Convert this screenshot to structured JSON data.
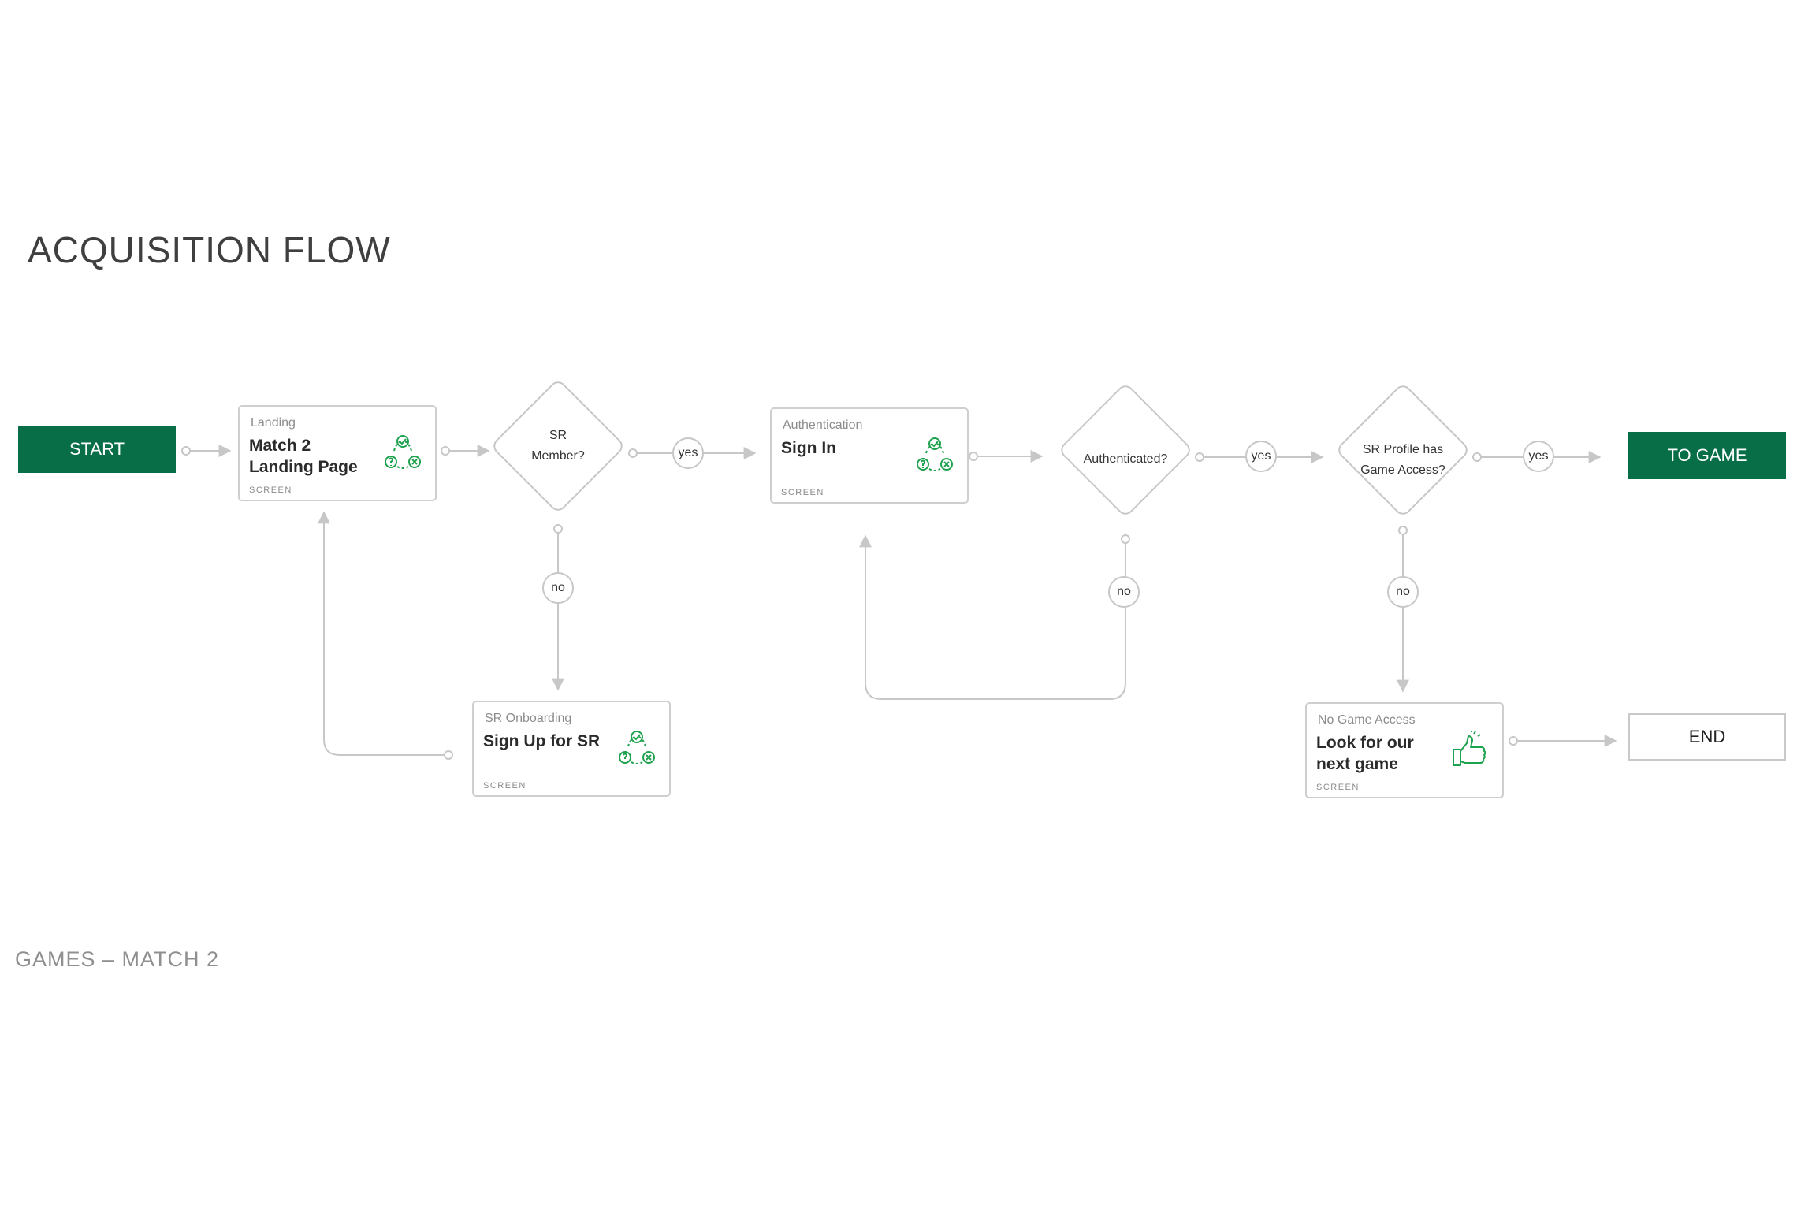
{
  "page": {
    "title": "ACQUISITION FLOW",
    "footer": "GAMES – MATCH 2"
  },
  "terminals": {
    "start": "START",
    "to_game": "TO GAME",
    "end": "END"
  },
  "screens": {
    "landing": {
      "category": "Landing",
      "name_line1": "Match 2",
      "name_line2": "Landing Page",
      "kind": "SCREEN",
      "icon": "cycle-check-cross-icon"
    },
    "authentication": {
      "category": "Authentication",
      "name_line1": "Sign In",
      "kind": "SCREEN",
      "icon": "cycle-check-cross-icon"
    },
    "onboarding": {
      "category": "SR Onboarding",
      "name_line1": "Sign Up for SR",
      "kind": "SCREEN",
      "icon": "cycle-check-cross-icon"
    },
    "no_access": {
      "category": "No Game Access",
      "name_line1": "Look for our",
      "name_line2": "next game",
      "kind": "SCREEN",
      "icon": "thumbs-up-icon"
    }
  },
  "decisions": {
    "sr_member": {
      "line1": "SR",
      "line2": "Member?"
    },
    "authenticated": {
      "line1": "Authenticated?"
    },
    "game_access": {
      "line1": "SR Profile has",
      "line2": "Game Access?"
    }
  },
  "edge_labels": {
    "sr_member_yes": "yes",
    "sr_member_no": "no",
    "authenticated_yes": "yes",
    "authenticated_no": "no",
    "game_access_yes": "yes",
    "game_access_no": "no"
  },
  "colors": {
    "brand_green": "#086e48",
    "icon_green": "#1fa24f",
    "connector_gray": "#c7c7c7"
  }
}
